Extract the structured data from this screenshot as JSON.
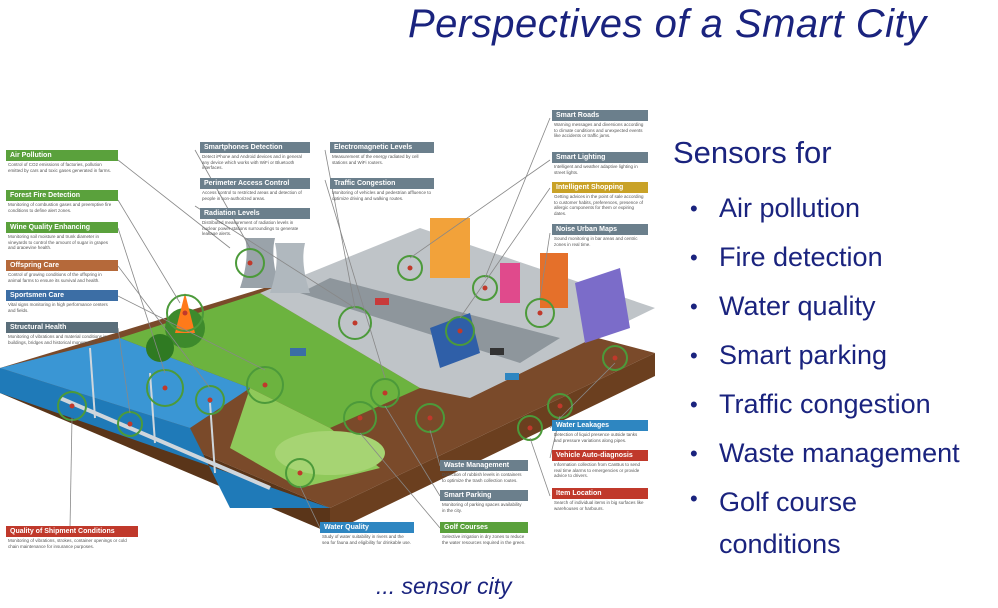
{
  "title": "Perspectives of a Smart City",
  "caption": "... sensor city",
  "sensors_heading": "Sensors for",
  "bullets": [
    "Air pollution",
    "Fire detection",
    "Water quality",
    "Smart parking",
    "Traffic congestion",
    "Waste management",
    "Golf course conditions"
  ],
  "illustration_labels": [
    {
      "id": "air",
      "title": "Air Pollution",
      "color": "#5aa13c",
      "desc": "Control of CO2 emissions of factories, pollution emitted by cars and toxic gases generated in farms."
    },
    {
      "id": "fire",
      "title": "Forest Fire Detection",
      "color": "#5aa13c",
      "desc": "Monitoring of combustion gases and preemptive fire conditions to define alert zones."
    },
    {
      "id": "wine",
      "title": "Wine Quality Enhancing",
      "color": "#5aa13c",
      "desc": "Monitoring soil moisture and trunk diameter in vineyards to control the amount of sugar in grapes and grapevine health."
    },
    {
      "id": "offspring",
      "title": "Offspring Care",
      "color": "#b5693a",
      "desc": "Control of growing conditions of the offspring in animal farms to ensure its survival and health."
    },
    {
      "id": "sportsmen",
      "title": "Sportsmen Care",
      "color": "#3c6ea5",
      "desc": "Vital signs monitoring in high performance centers and fields."
    },
    {
      "id": "structural",
      "title": "Structural Health",
      "color": "#5a6e7a",
      "desc": "Monitoring of vibrations and material conditions in buildings, bridges and historical monuments."
    },
    {
      "id": "shipment",
      "title": "Quality of Shipment Conditions",
      "color": "#c0392b",
      "desc": "Monitoring of vibrations, strokes, container openings or cold chain maintenance for insurance purposes."
    },
    {
      "id": "phones",
      "title": "Smartphones Detection",
      "color": "#6b7f8c",
      "desc": "Detect iPhone and Android devices and in general any device which works with WiFi or Bluetooth interfaces."
    },
    {
      "id": "perimeter",
      "title": "Perimeter Access Control",
      "color": "#6b7f8c",
      "desc": "Access control to restricted areas and detection of people in non-authorized areas."
    },
    {
      "id": "radiation",
      "title": "Radiation Levels",
      "color": "#6b7f8c",
      "desc": "Distributed measurement of radiation levels in nuclear power stations surroundings to generate leakage alerts."
    },
    {
      "id": "electro",
      "title": "Electromagnetic Levels",
      "color": "#6b7f8c",
      "desc": "Measurement of the energy radiated by cell stations and WiFi routers."
    },
    {
      "id": "traffic",
      "title": "Traffic Congestion",
      "color": "#6b7f8c",
      "desc": "Monitoring of vehicles and pedestrian affluence to optimize driving and walking routes."
    },
    {
      "id": "roads",
      "title": "Smart Roads",
      "color": "#6b7f8c",
      "desc": "Warning messages and diversions according to climate conditions and unexpected events like accidents or traffic jams."
    },
    {
      "id": "lighting",
      "title": "Smart Lighting",
      "color": "#6b7f8c",
      "desc": "Intelligent and weather adaptive lighting in street lights."
    },
    {
      "id": "shopping",
      "title": "Intelligent Shopping",
      "color": "#c9a227",
      "desc": "Getting advices in the point of sale according to customer habits, preferences, presence of allergic components for them or expiring dates."
    },
    {
      "id": "noise",
      "title": "Noise Urban Maps",
      "color": "#6b7f8c",
      "desc": "Sound monitoring in bar areas and centric zones in real time."
    },
    {
      "id": "water_leak",
      "title": "Water Leakages",
      "color": "#2e86c1",
      "desc": "Detection of liquid presence outside tanks and pressure variations along pipes."
    },
    {
      "id": "vehicle",
      "title": "Vehicle Auto-diagnosis",
      "color": "#c0392b",
      "desc": "Information collection from CanBus to send real time alarms to emergencies or provide advice to drivers."
    },
    {
      "id": "item",
      "title": "Item Location",
      "color": "#c0392b",
      "desc": "Search of individual items in big surfaces like warehouses or harbours."
    },
    {
      "id": "waste",
      "title": "Waste Management",
      "color": "#6b7f8c",
      "desc": "Detection of rubbish levels in containers to optimize the trash collection routes."
    },
    {
      "id": "parking",
      "title": "Smart Parking",
      "color": "#6b7f8c",
      "desc": "Monitoring of parking spaces availability in the city."
    },
    {
      "id": "golf",
      "title": "Golf Courses",
      "color": "#5aa13c",
      "desc": "Selective irrigation in dry zones to reduce the water resources required in the green."
    },
    {
      "id": "water_quality",
      "title": "Water Quality",
      "color": "#2e86c1",
      "desc": "Study of water suitability in rivers and the sea for fauna and eligibility for drinkable use."
    }
  ]
}
